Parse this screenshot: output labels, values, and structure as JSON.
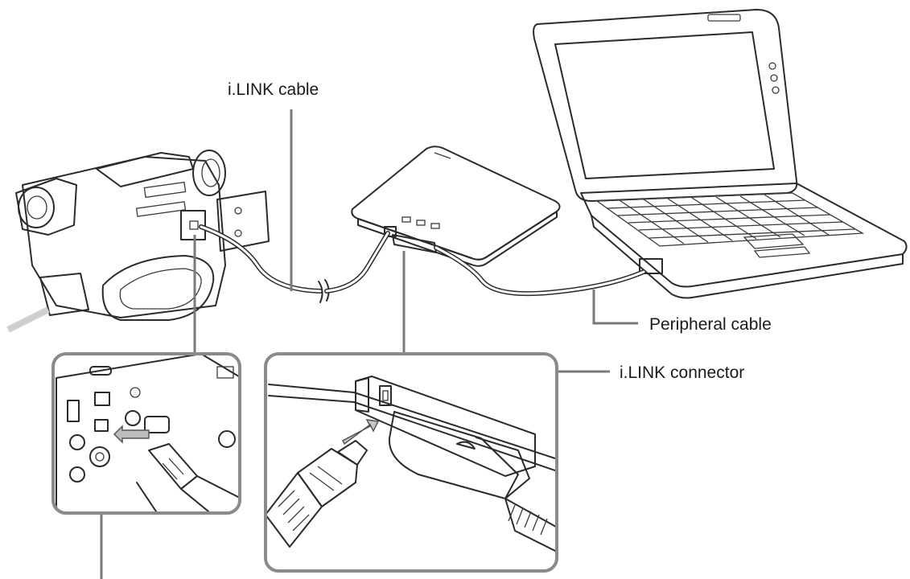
{
  "labels": {
    "ilink_cable": "i.LINK cable",
    "peripheral_cable": "Peripheral cable",
    "ilink_connector": "i.LINK connector"
  },
  "icons": [
    "camcorder",
    "optical-drive",
    "laptop",
    "zoom-inset-camcorder-port",
    "zoom-inset-drive-port"
  ],
  "colors": {
    "ink": "#2b2b2b",
    "leader": "#7a7a7a",
    "inset_border": "#8a8a8a",
    "background": "#ffffff"
  }
}
